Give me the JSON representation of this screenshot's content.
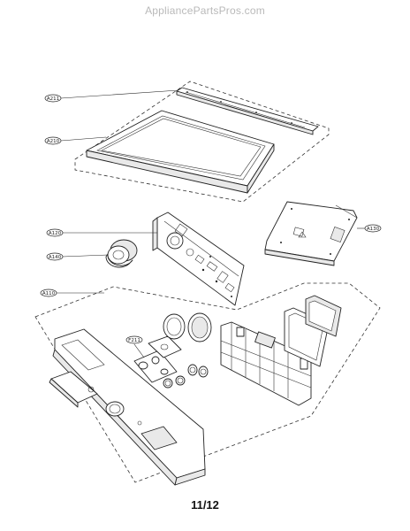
{
  "watermark": "AppliancePartsPros.com",
  "page_number": "11/12",
  "callouts": {
    "a211": "A211",
    "a210": "A210",
    "a120": "A120",
    "a140": "A140",
    "a110": "A110",
    "a130": "A130",
    "f211": "F211"
  }
}
